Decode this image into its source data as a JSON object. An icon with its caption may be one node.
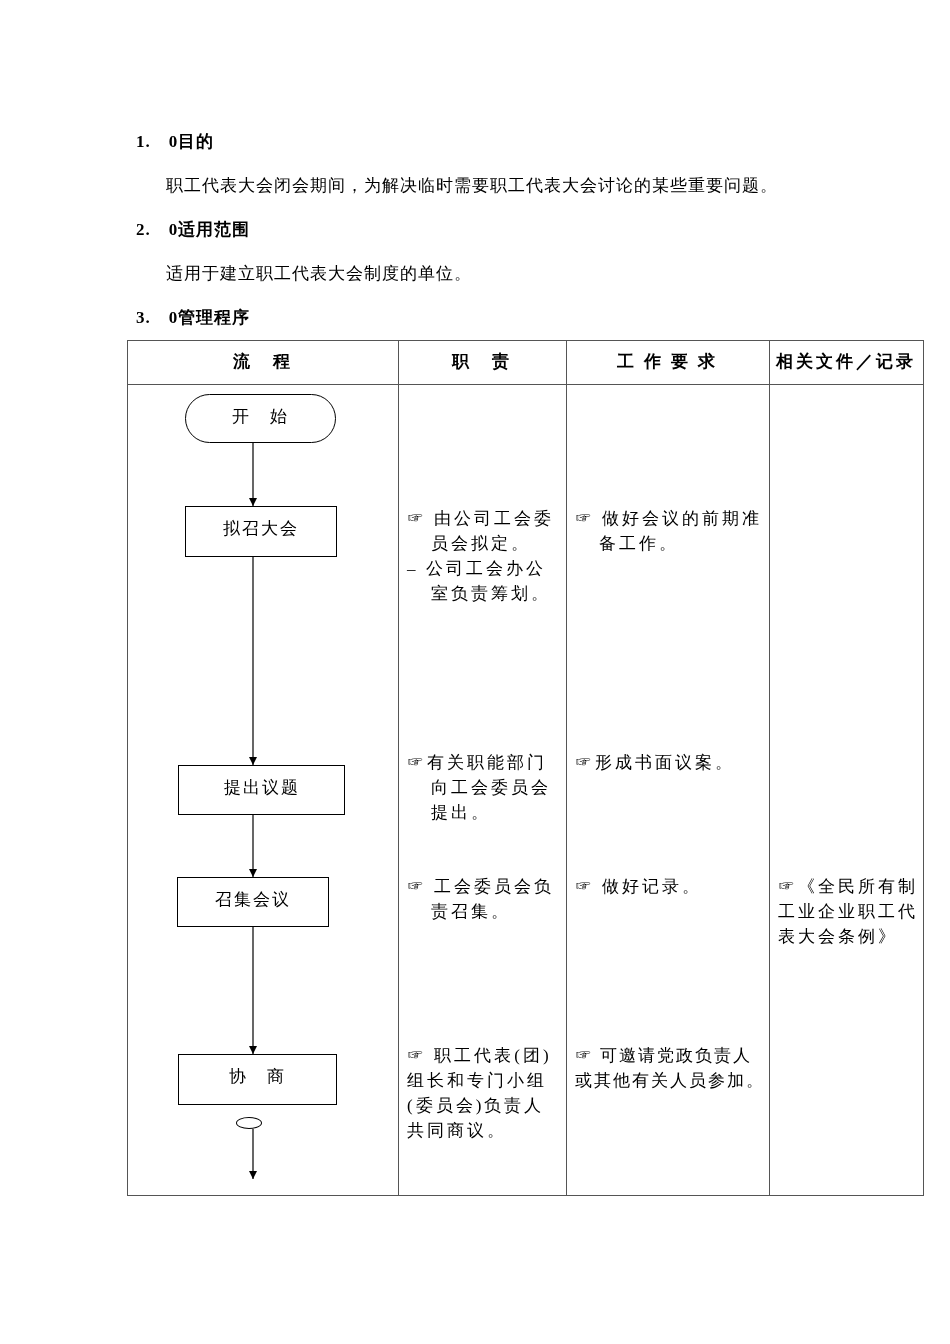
{
  "diagram": {
    "nodes": [
      {
        "text": [
          "开　始"
        ]
      },
      {
        "text": [
          "拟召大会"
        ]
      },
      {
        "text": [
          "提出议题"
        ]
      },
      {
        "text": [
          "召集会议"
        ]
      },
      {
        "text": [
          "协　商"
        ]
      },
      {
        "text": [],
        "shape": "circle"
      }
    ],
    "edges": [
      {
        "from": 0,
        "to": 1,
        "arrow": "to"
      },
      {
        "from": 1,
        "to": 2,
        "arrow": "to"
      },
      {
        "from": 2,
        "to": 3,
        "arrow": "to"
      },
      {
        "from": 3,
        "to": 4,
        "arrow": "to"
      },
      {
        "from": 5,
        "to": null,
        "arrow": "to"
      }
    ],
    "labels": [
      "1.　0目的",
      "职工代表大会闭会期间，为解决临时需要职工代表大会讨论的某些重要问题。",
      "2.　0适用范围",
      "适用于建立职工代表大会制度的单位。",
      "3.　0管理程序",
      "流　程",
      "职　责",
      "工 作 要 求",
      "相关文件／记录",
      "☞ 由公司工会委员会拟定。",
      "– 公司工会办公室负责筹划。",
      "☞ 做好会议的前期准备工作。",
      "☞有关职能部门向工会委员会提出。",
      "☞形成书面议案。",
      "☞ 工会委员会负责召集。",
      "☞ 做好记录。",
      "☞《全民所有制工业企业职工代表大会条例》",
      "☞ 职工代表(团)组长和专门小组(委员会)负责人共同商议。",
      "☞ 可邀请党政负责人或其他有关人员参加。"
    ]
  }
}
